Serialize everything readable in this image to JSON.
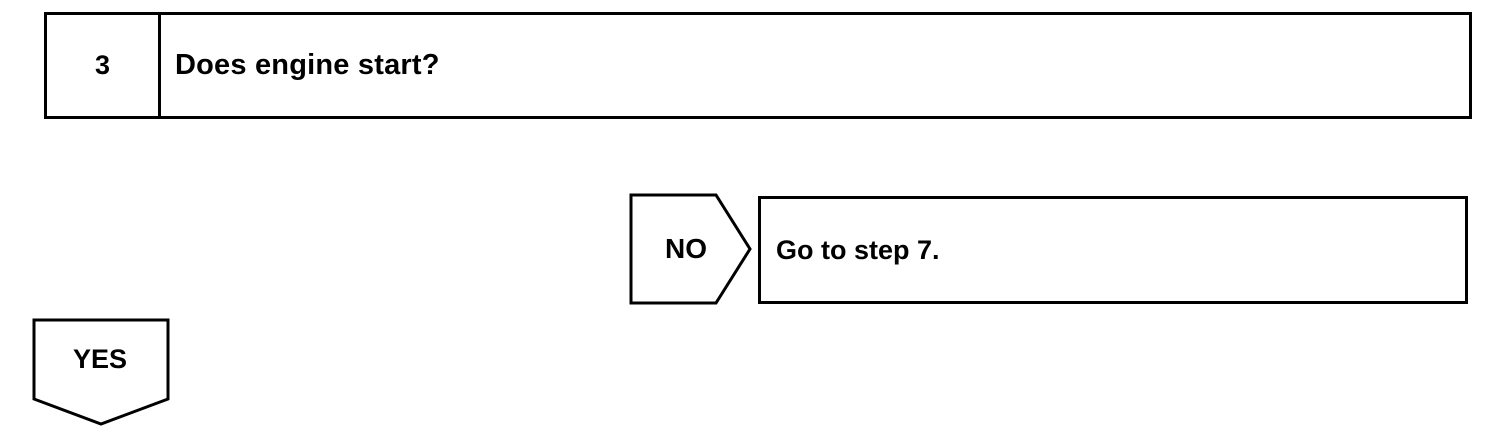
{
  "step": {
    "number": "3",
    "question": "Does engine start?"
  },
  "branches": {
    "no": {
      "label": "NO",
      "action": "Go to step 7."
    },
    "yes": {
      "label": "YES"
    }
  }
}
